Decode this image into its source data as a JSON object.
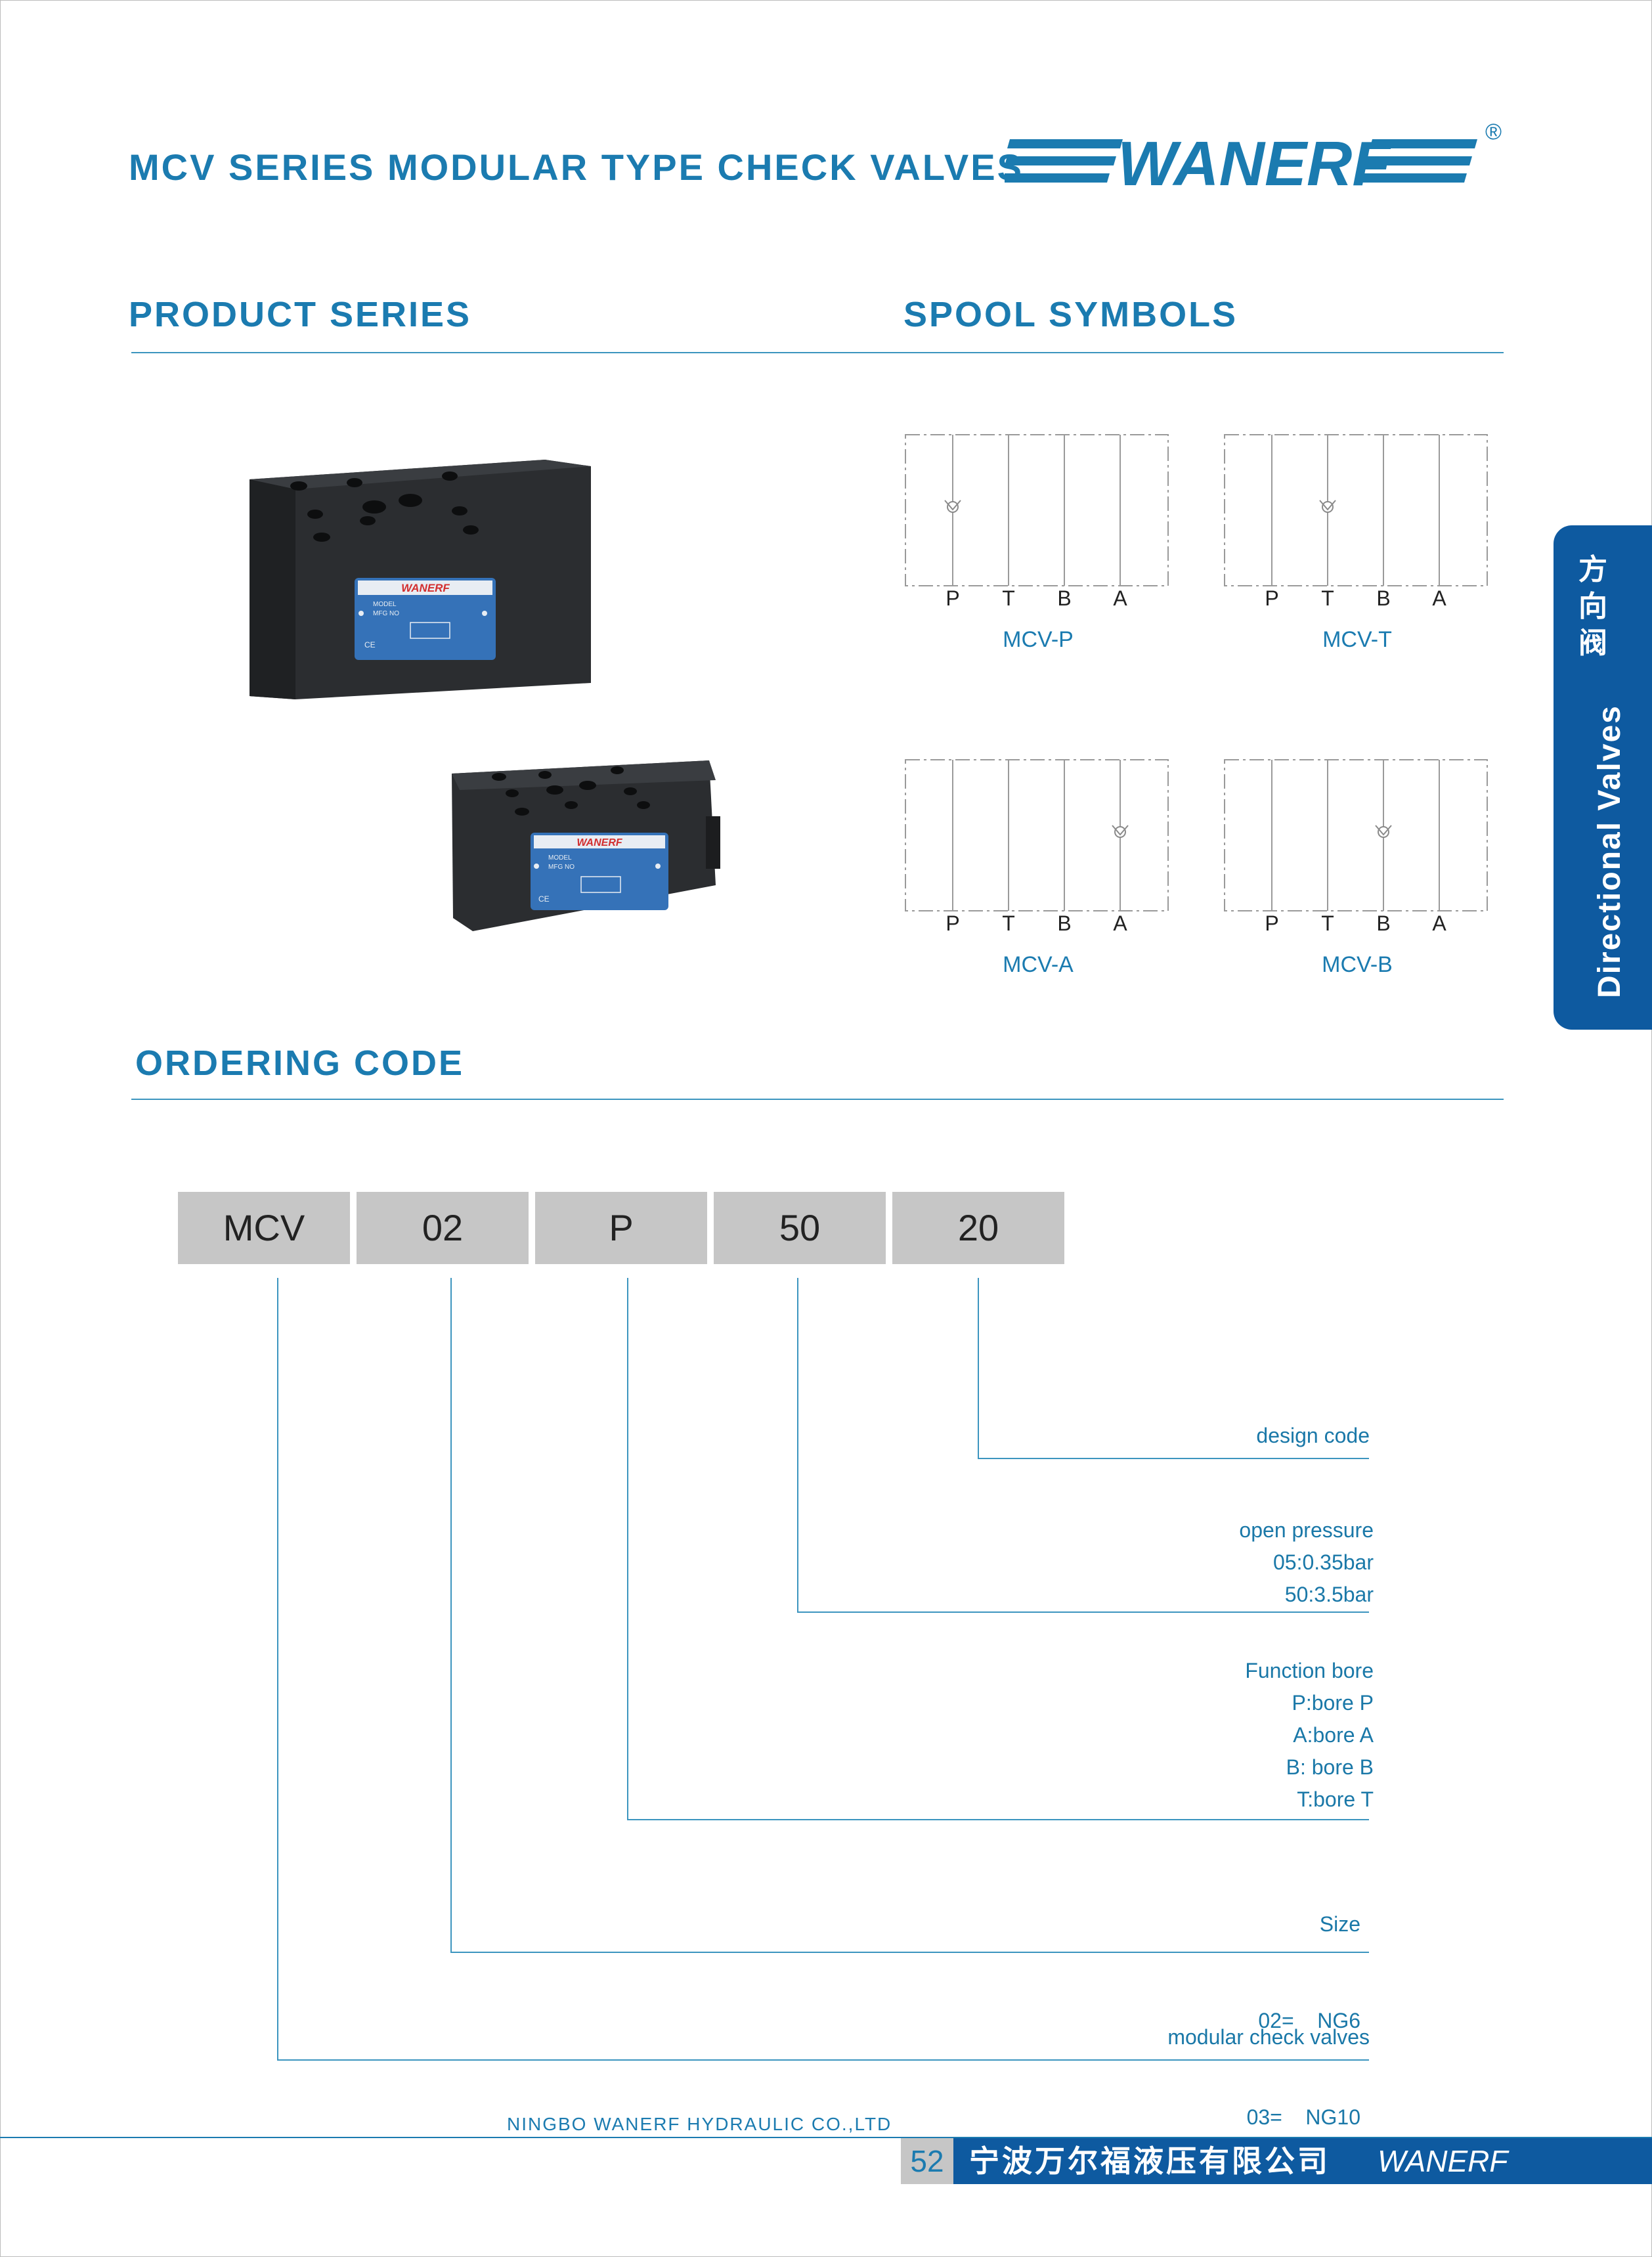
{
  "header": {
    "title": "MCV SERIES MODULAR TYPE CHECK VALVES",
    "logo_text": "WANERF",
    "registered_mark": "®"
  },
  "sections": {
    "product_series": "PRODUCT SERIES",
    "spool_symbols": "SPOOL SYMBOLS",
    "ordering_code": "ORDERING CODE"
  },
  "product_images": {
    "label_brand": "WANERF",
    "label_model": "MODEL",
    "label_mfg": "MFG NO"
  },
  "spools": [
    {
      "name": "MCV-P",
      "ports": [
        "P",
        "T",
        "B",
        "A"
      ],
      "check_on_port": "P"
    },
    {
      "name": "MCV-T",
      "ports": [
        "P",
        "T",
        "B",
        "A"
      ],
      "check_on_port": "T"
    },
    {
      "name": "MCV-A",
      "ports": [
        "P",
        "T",
        "B",
        "A"
      ],
      "check_on_port": "A"
    },
    {
      "name": "MCV-B",
      "ports": [
        "P",
        "T",
        "B",
        "A"
      ],
      "check_on_port": "B"
    }
  ],
  "side_tab": {
    "cn_chars": [
      "方",
      "向",
      "阀"
    ],
    "en": "Directional Valves"
  },
  "ordering_code": {
    "codes": [
      "MCV",
      "02",
      "P",
      "50",
      "20"
    ],
    "descriptions": {
      "design_code": [
        "design code"
      ],
      "open_pressure": [
        "open pressure",
        "05:0.35bar",
        "50:3.5bar"
      ],
      "function_bore": [
        "Function bore",
        "P:bore P",
        "A:bore A",
        "B: bore B",
        "T:bore T"
      ],
      "size": [
        "Size",
        "02=    NG6",
        "03=    NG10"
      ],
      "series": [
        "modular check valves"
      ]
    }
  },
  "footer": {
    "company_en": "NINGBO WANERF HYDRAULIC CO.,LTD",
    "page_number": "52",
    "company_cn": "宁波万尔福液压有限公司",
    "brand": "WANERF"
  }
}
